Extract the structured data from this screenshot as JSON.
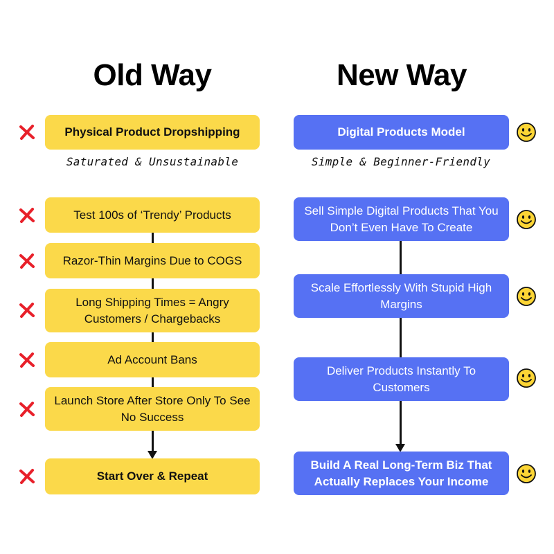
{
  "old_way": {
    "title": "Old Way",
    "header": "Physical Product Dropshipping",
    "subtitle": "Saturated & Unsustainable",
    "steps": [
      "Test 100s of ‘Trendy’ Products",
      "Razor-Thin Margins Due to COGS",
      "Long Shipping Times = Angry Customers / Chargebacks",
      "Ad Account Bans",
      "Launch Store After Store Only To See No Success"
    ],
    "final": "Start Over & Repeat",
    "box_color": "#fbd94a",
    "marker_icon": "red-x-icon",
    "marker_color": "#e8202a"
  },
  "new_way": {
    "title": "New Way",
    "header": "Digital Products Model",
    "subtitle": "Simple & Beginner-Friendly",
    "steps": [
      "Sell Simple Digital Products That You Don’t Even Have To Create",
      "Scale Effortlessly With Stupid High Margins",
      "Deliver Products Instantly To Customers"
    ],
    "final": "Build A Real Long-Term Biz That Actually Replaces Your Income",
    "box_color": "#5671f3",
    "marker_icon": "smiley-face-icon",
    "marker_color": "#fcd535"
  }
}
